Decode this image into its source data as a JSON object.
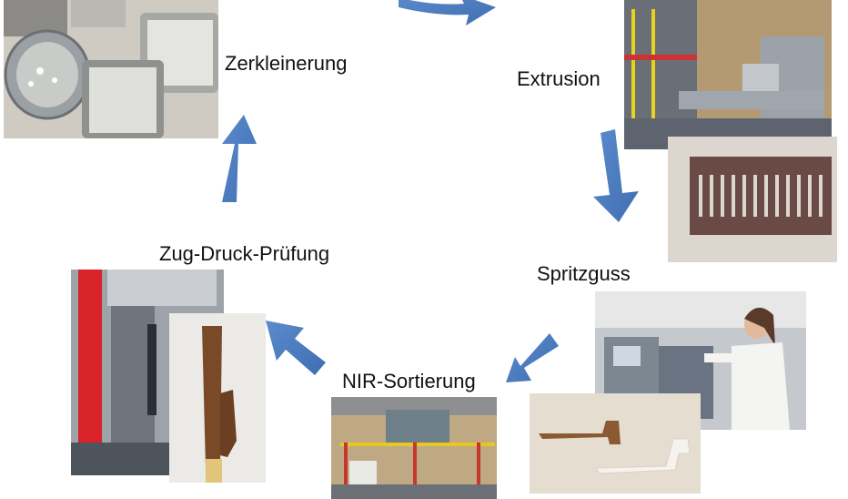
{
  "diagram": {
    "steps": {
      "zerkleinerung": "Zerkleinerung",
      "extrusion": "Extrusion",
      "spritzguss": "Spritzguss",
      "nir": "NIR-Sortierung",
      "zugdruck": "Zug-Druck-Prüfung"
    },
    "arrow_color": "#4a7cc0"
  }
}
